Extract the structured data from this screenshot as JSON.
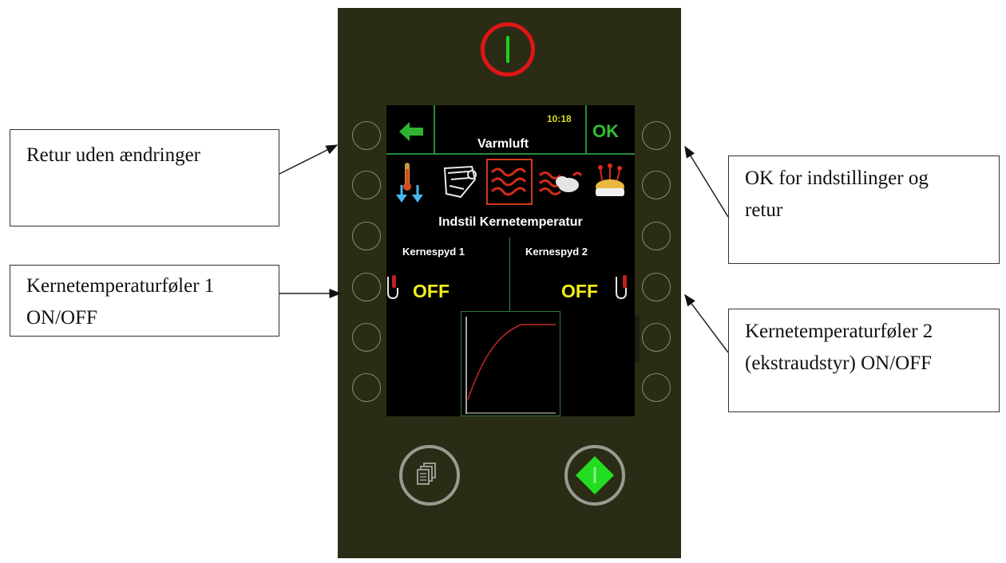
{
  "callouts": {
    "return": "Retur uden ændringer",
    "probe1_line1": "Kernetemperaturføler 1",
    "probe1_line2": "ON/OFF",
    "ok_line1": "OK for indstillinger og",
    "ok_line2": "retur",
    "probe2_line1": "Kernetemperaturføler 2",
    "probe2_line2": "(ekstraudstyr) ON/OFF"
  },
  "screen": {
    "time": "10:18",
    "mode_title": "Varmluft",
    "ok_label": "OK",
    "prompt": "Indstil Kernetemperatur",
    "probe1_label": "Kernespyd 1",
    "probe2_label": "Kernespyd 2",
    "probe1_state": "OFF",
    "probe2_state": "OFF",
    "icons": [
      "cool-down-icon",
      "cleaning-icon",
      "hot-air-icon",
      "combi-steam-icon",
      "baking-icon"
    ]
  },
  "colors": {
    "panel": "#2b2c16",
    "power_ring": "#e01515",
    "power_bar": "#1fd01f",
    "ok_green": "#2ec030",
    "off_yellow": "#f1f11a",
    "selection": "#d03a1a",
    "start_green": "#22dd22"
  }
}
